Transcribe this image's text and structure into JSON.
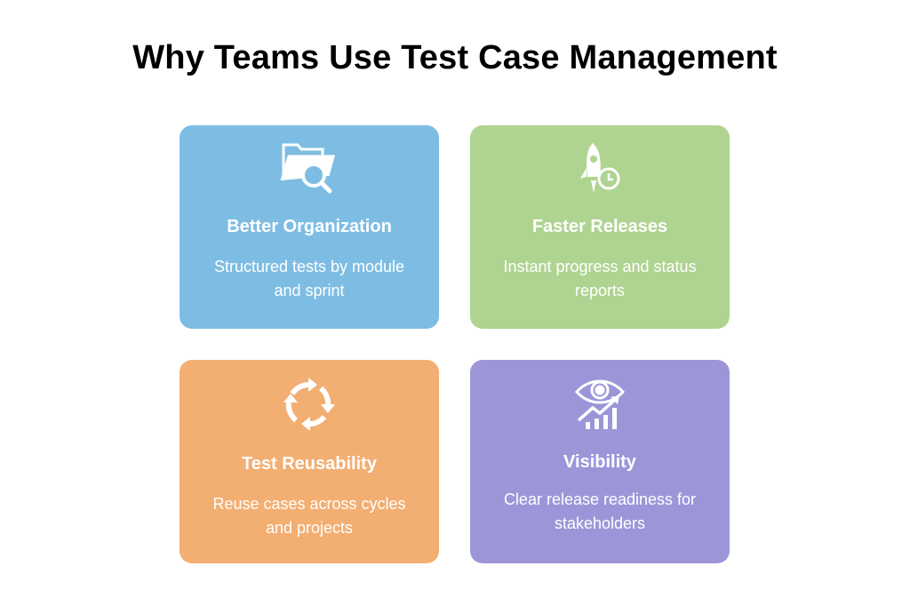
{
  "title": "Why Teams Use Test Case Management",
  "cards": [
    {
      "title": "Better Organization",
      "description": "Structured tests by module and sprint",
      "icon": "folder-search-icon",
      "color": "#7ebde3"
    },
    {
      "title": "Faster Releases",
      "description": "Instant progress and status reports",
      "icon": "rocket-clock-icon",
      "color": "#afd491"
    },
    {
      "title": "Test Reusability",
      "description": "Reuse cases across cycles and projects",
      "icon": "cycle-arrows-icon",
      "color": "#f3ae72"
    },
    {
      "title": "Visibility",
      "description": "Clear release readiness for stakeholders",
      "icon": "eye-chart-icon",
      "color": "#9c96d9"
    }
  ]
}
